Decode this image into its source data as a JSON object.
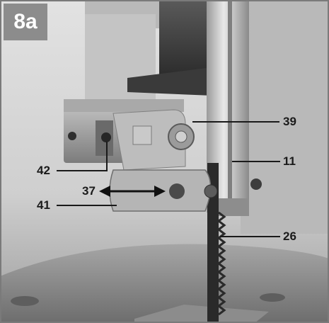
{
  "figure": {
    "badge": "8a",
    "callouts": [
      {
        "id": "39",
        "text": "39"
      },
      {
        "id": "11",
        "text": "11"
      },
      {
        "id": "42",
        "text": "42"
      },
      {
        "id": "37",
        "text": "37"
      },
      {
        "id": "41",
        "text": "41"
      },
      {
        "id": "26",
        "text": "26"
      }
    ]
  },
  "colors": {
    "frame_border": "#7a7a7a",
    "badge_bg": "#8c8c8c",
    "badge_text": "#ffffff",
    "label_text": "#1a1a1a"
  }
}
